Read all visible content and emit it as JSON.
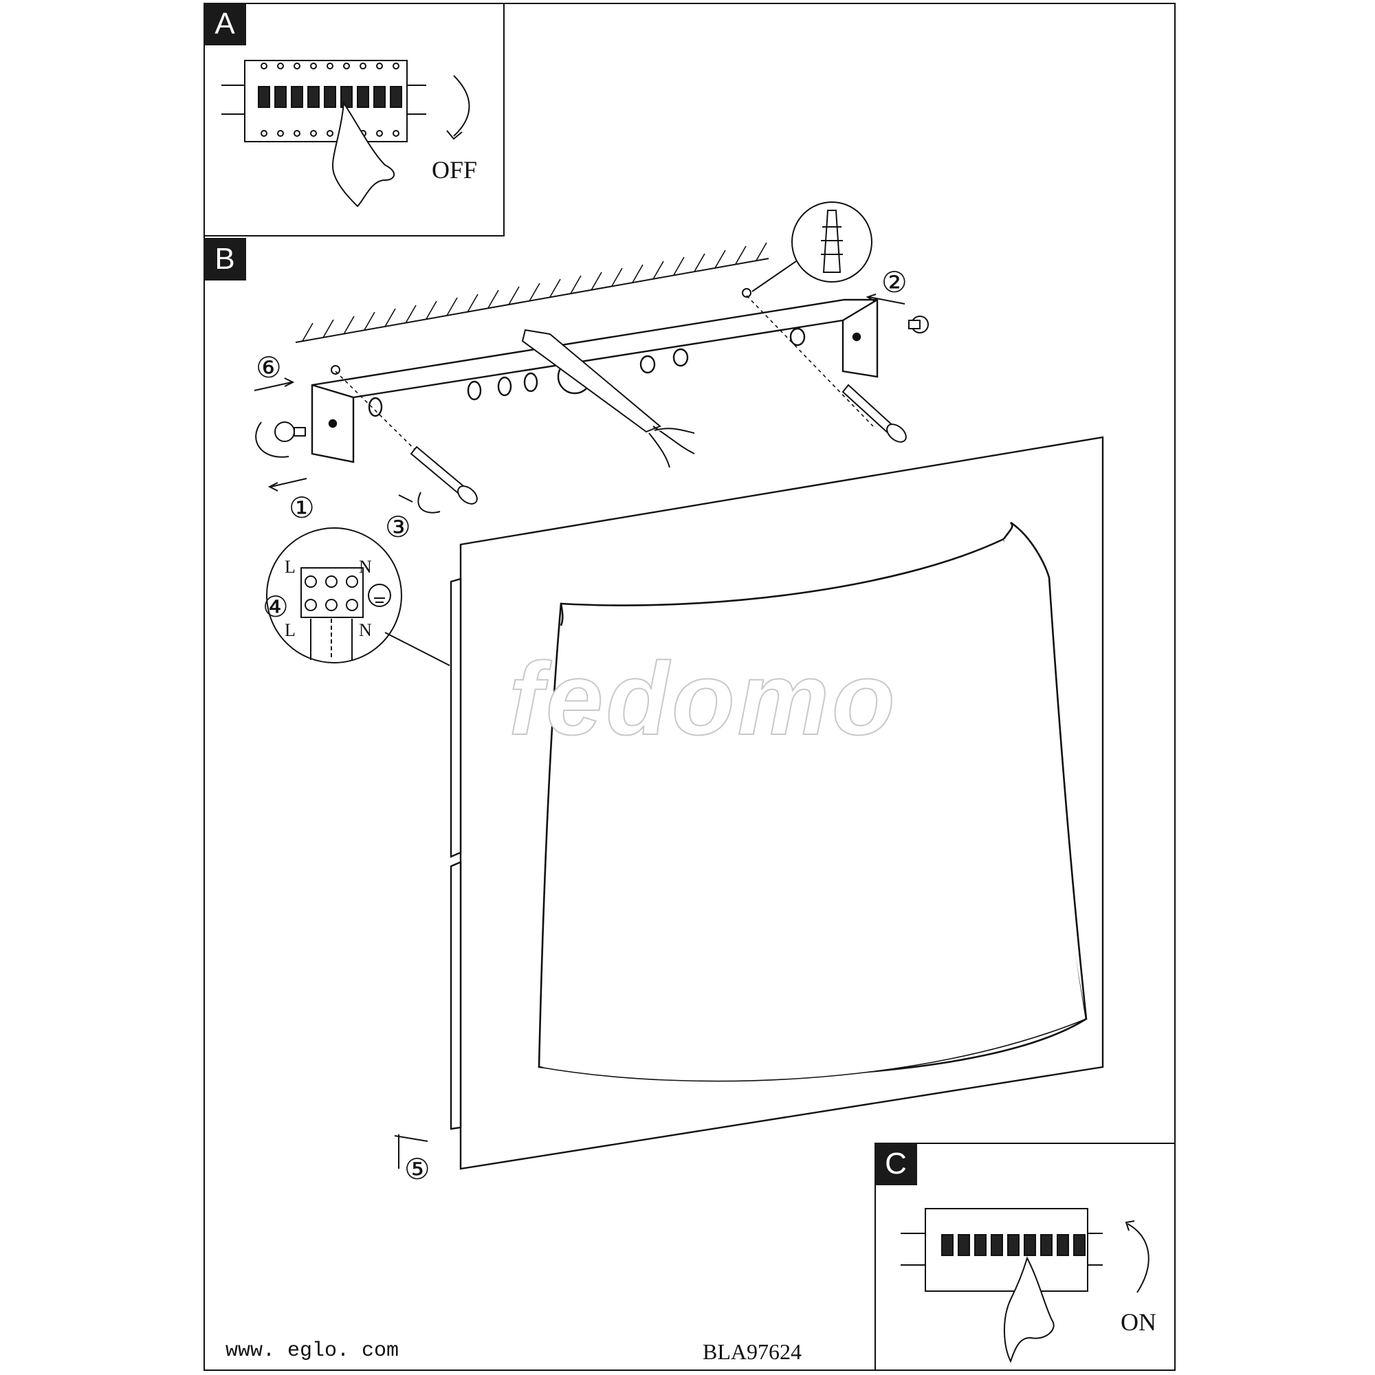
{
  "steps": {
    "a": "A",
    "b": "B",
    "c": "C"
  },
  "breaker": {
    "off_label": "OFF",
    "on_label": "ON"
  },
  "assembly": {
    "step_1": "①",
    "step_2": "②",
    "step_3": "③",
    "step_4": "④",
    "step_5": "⑤",
    "step_6": "⑥"
  },
  "wiring": {
    "live_top": "L",
    "neutral_top": "N",
    "live_bottom": "L",
    "neutral_bottom": "N"
  },
  "watermark": "fedomo",
  "footer": {
    "website": "www. eglo. com",
    "code": "BLA97624"
  }
}
